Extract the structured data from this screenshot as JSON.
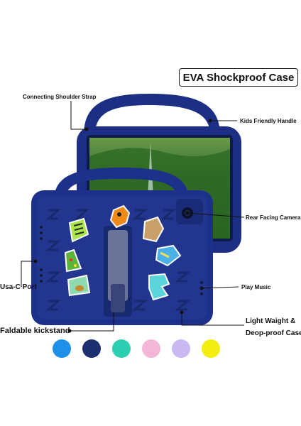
{
  "title": "EVA Shockproof Case",
  "labels": {
    "shoulder_strap": "Connecting Shoulder Strap",
    "handle": "Kids Friendly Handle",
    "camera": "Rear Facing Camera",
    "usb_port": "Usa-C Port",
    "music": "Play Music",
    "kickstand": "Faldable kickstand",
    "light_weight_1": "Light Waight &",
    "light_weight_2": "Deop-proof Case"
  },
  "colors": {
    "case": "#1c2f84",
    "case_dark": "#13215e",
    "case_light": "#2a3d9a",
    "screen_grass": "#3c7a2a"
  },
  "color_options": [
    "#1e90e8",
    "#1c2f6e",
    "#2ccfb2",
    "#f4b6d6",
    "#c9b8f2",
    "#f3ee0f"
  ]
}
